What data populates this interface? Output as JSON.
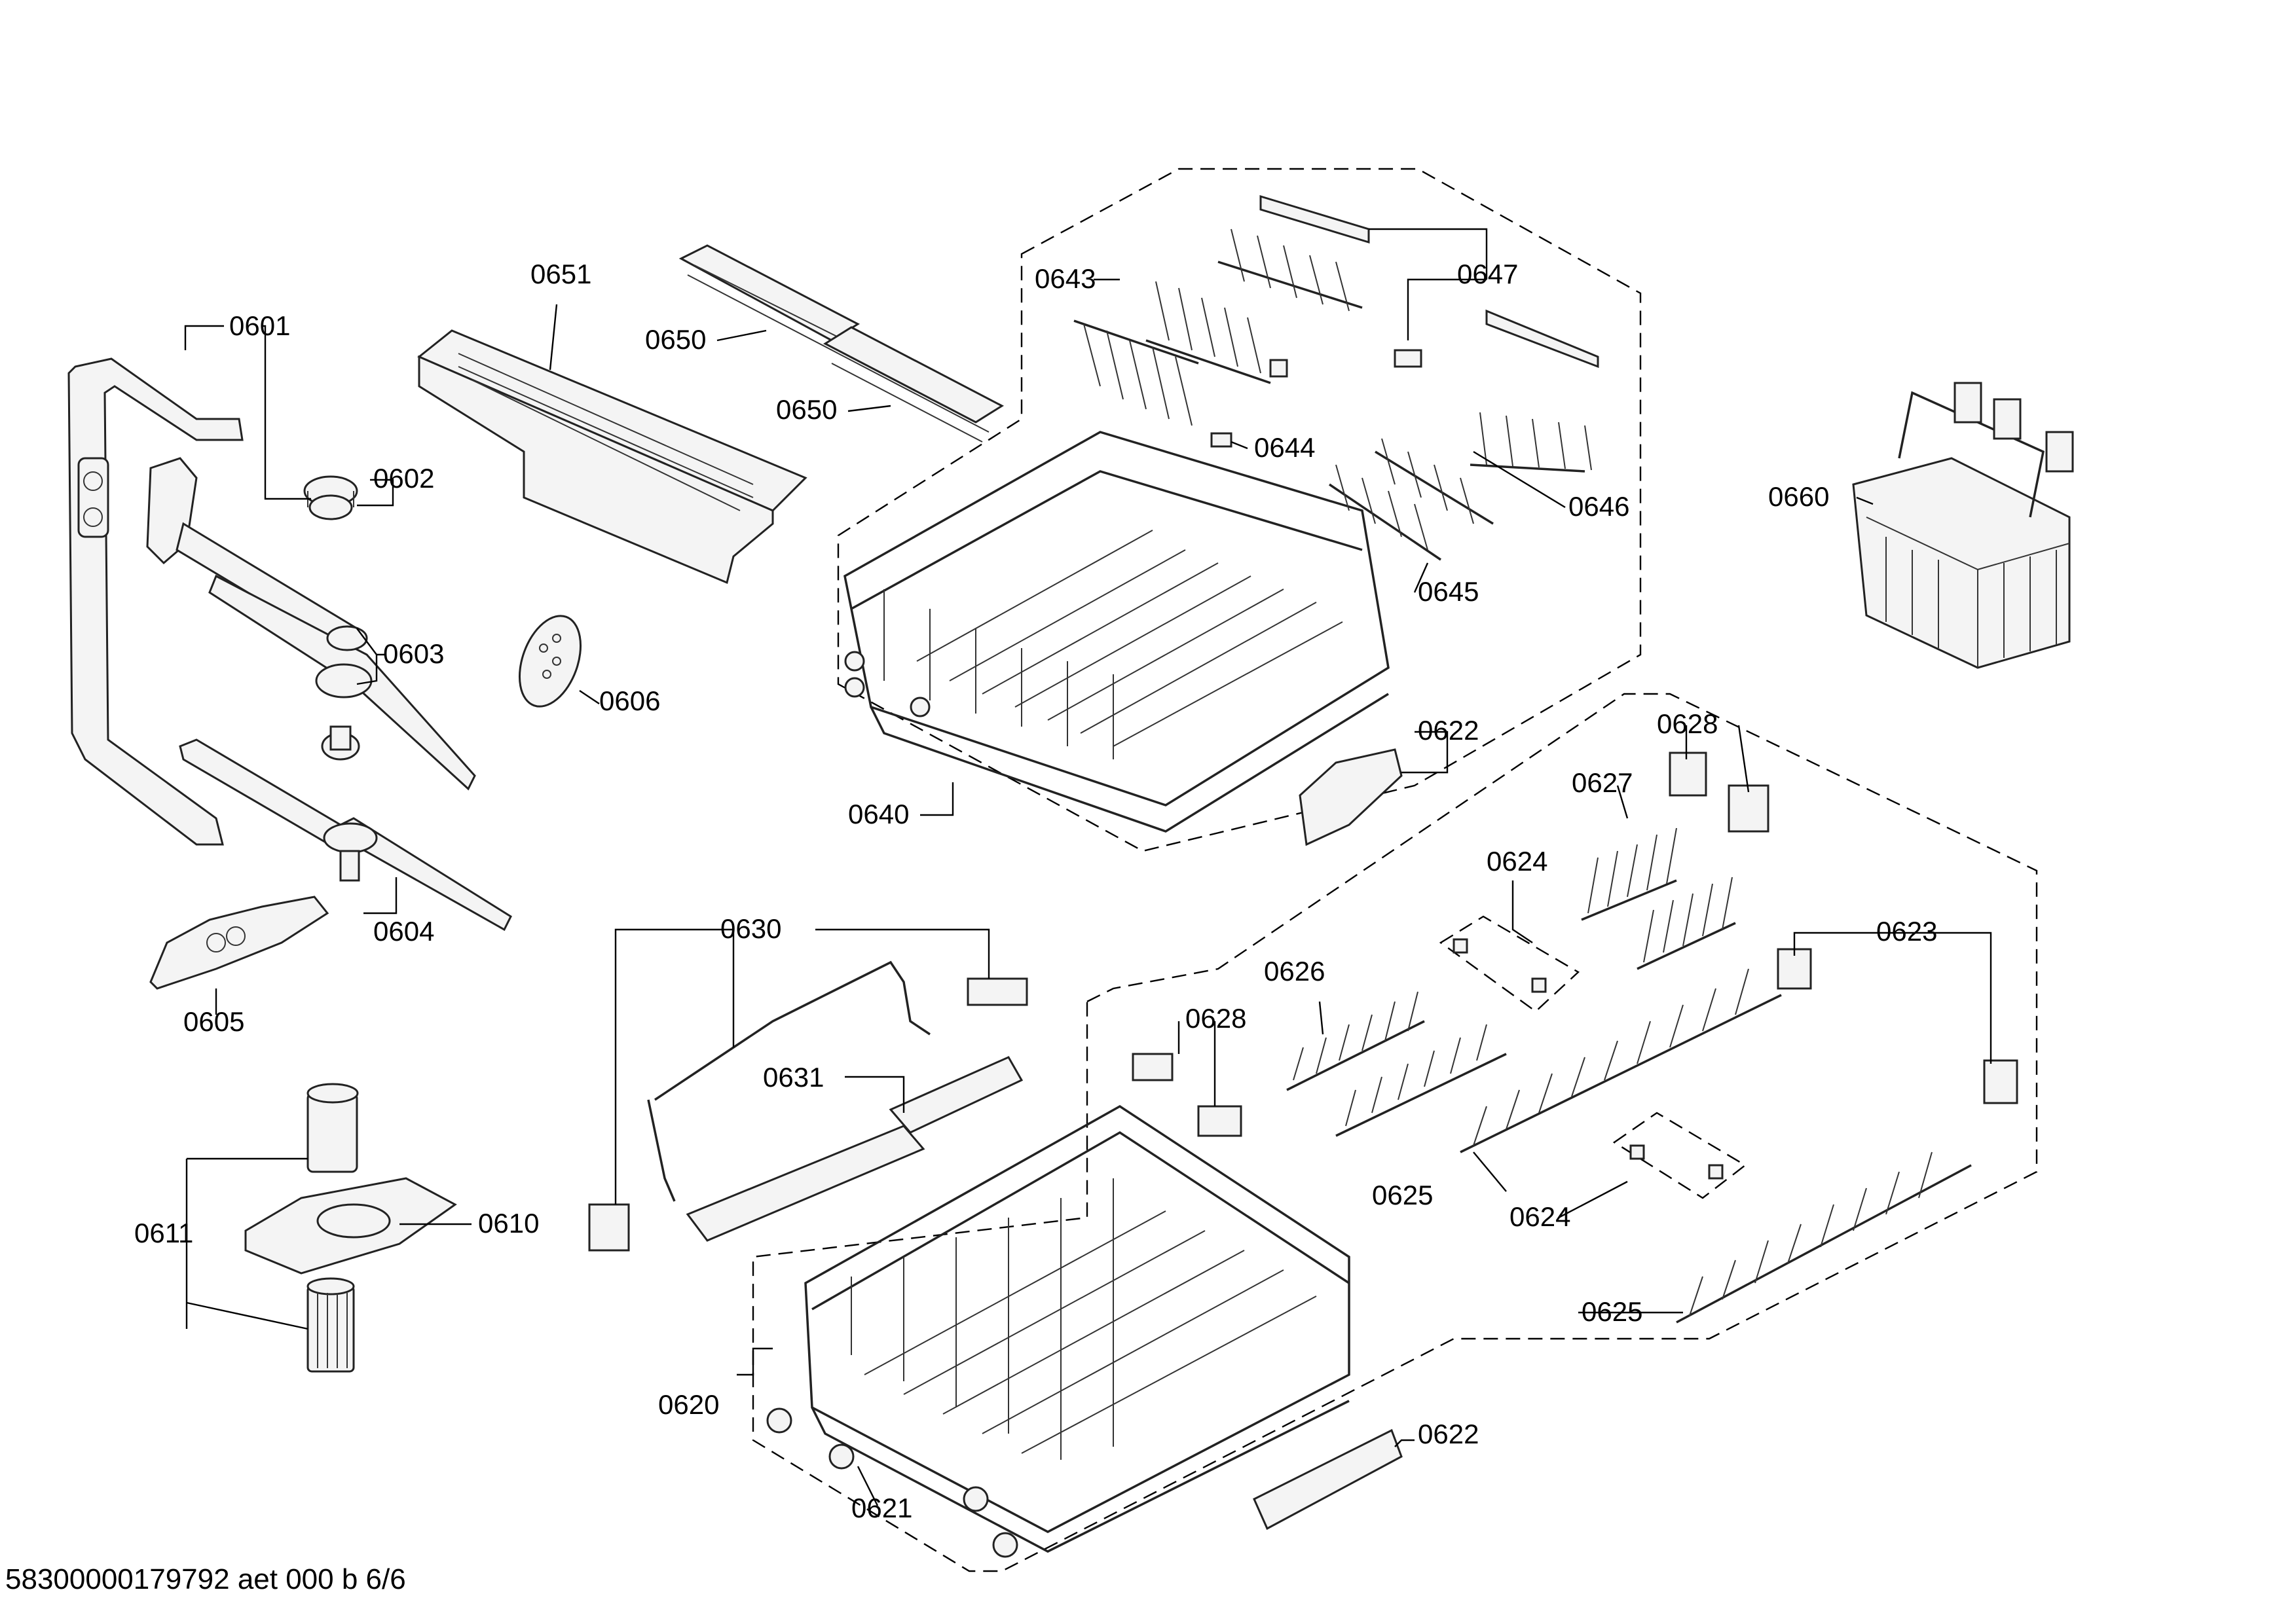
{
  "diagram": {
    "labels": {
      "p0601": "0601",
      "p0602": "0602",
      "p0603": "0603",
      "p0604": "0604",
      "p0605": "0605",
      "p0606": "0606",
      "p0610": "0610",
      "p0611": "0611",
      "p0620": "0620",
      "p0621": "0621",
      "p0622a": "0622",
      "p0622b": "0622",
      "p0623": "0623",
      "p0624a": "0624",
      "p0624b": "0624",
      "p0625a": "0625",
      "p0625b": "0625",
      "p0626": "0626",
      "p0627": "0627",
      "p0628a": "0628",
      "p0628b": "0628",
      "p0630": "0630",
      "p0631": "0631",
      "p0640": "0640",
      "p0643": "0643",
      "p0644": "0644",
      "p0645": "0645",
      "p0646": "0646",
      "p0647": "0647",
      "p0650a": "0650",
      "p0650b": "0650",
      "p0651": "0651",
      "p0660": "0660"
    }
  },
  "footer": {
    "doc_code": "58300000179792 aet 000 b 6/6"
  }
}
